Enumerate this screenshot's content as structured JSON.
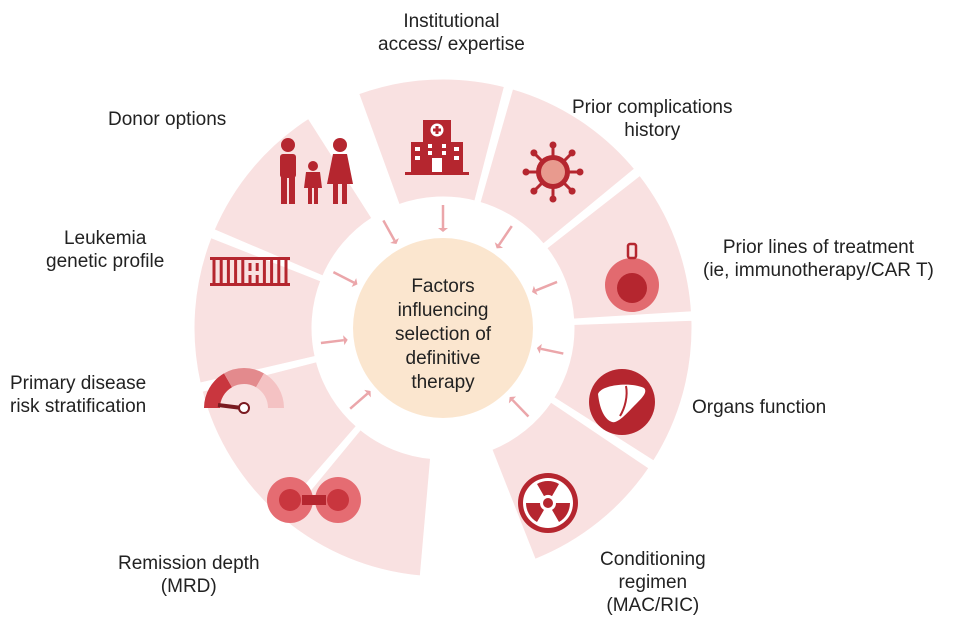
{
  "center": {
    "text": "Factors\ninfluencing\nselection of\ndefinitive\ntherapy"
  },
  "factors": [
    {
      "label": "Institutional\naccess/ expertise",
      "icon": "hospital-icon"
    },
    {
      "label": "Prior complications\nhistory",
      "icon": "virus-icon"
    },
    {
      "label": "Prior lines of treatment\n(ie, immunotherapy/CAR T)",
      "icon": "cell-icon"
    },
    {
      "label": "Organs function",
      "icon": "liver-icon"
    },
    {
      "label": "Conditioning\nregimen\n(MAC/RIC)",
      "icon": "radiation-icon"
    },
    {
      "label": "Remission depth\n(MRD)",
      "icon": "dividing-cell-icon"
    },
    {
      "label": "Primary disease\nrisk stratification",
      "icon": "gauge-icon"
    },
    {
      "label": "Leukemia\ngenetic profile",
      "icon": "dna-icon"
    },
    {
      "label": "Donor options",
      "icon": "family-icon"
    }
  ],
  "colors": {
    "segment": "#f9e1e1",
    "center_fill": "#fbe6cf",
    "icon": "#b5262f",
    "arrow": "#eba6aa"
  }
}
